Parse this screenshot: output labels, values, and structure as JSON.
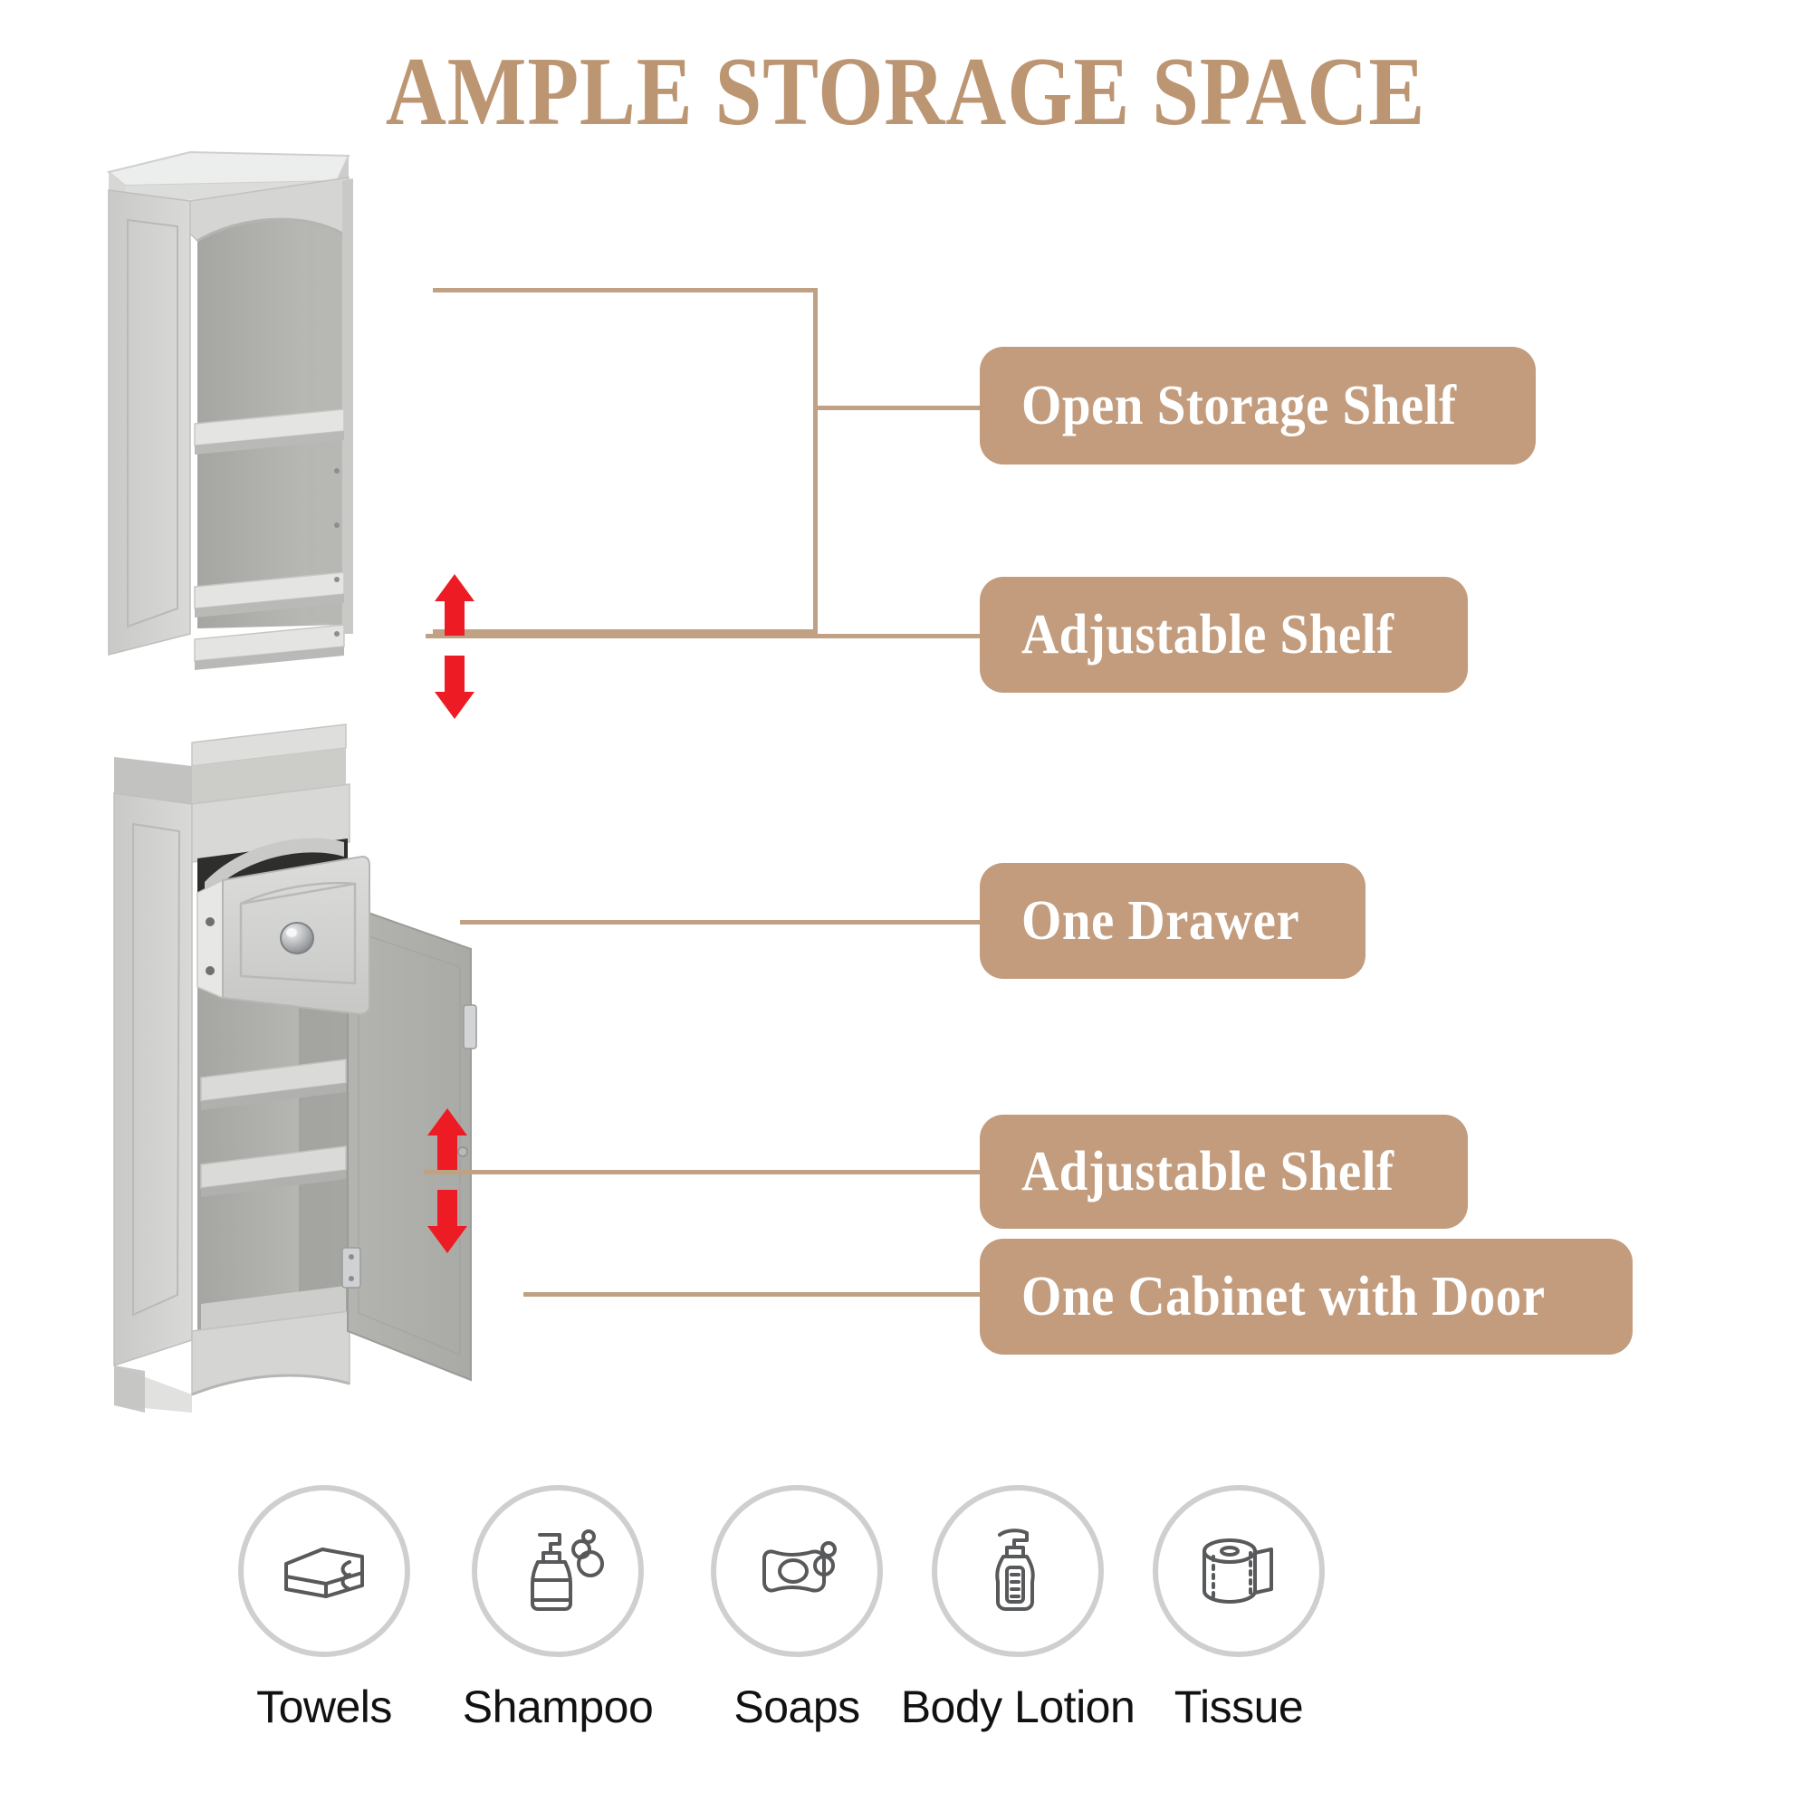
{
  "title": "AMPLE STORAGE SPACE",
  "colors": {
    "accent": "#c29c7d",
    "title": "#bc9672",
    "connector": "#c0a184",
    "arrow": "#ed1c24",
    "cabinet_face": "#d3d4d2",
    "cabinet_shadow": "#a9aaa6",
    "icon_stroke": "#58595b",
    "icon_circle": "#cfcfcf",
    "background": "#ffffff"
  },
  "callouts": [
    {
      "id": "open-storage-shelf",
      "label": "Open Storage Shelf"
    },
    {
      "id": "adjustable-shelf-top",
      "label": "Adjustable Shelf"
    },
    {
      "id": "one-drawer",
      "label": "One Drawer"
    },
    {
      "id": "adjustable-shelf-bottom",
      "label": "Adjustable Shelf"
    },
    {
      "id": "one-cabinet-with-door",
      "label": "One Cabinet with Door"
    }
  ],
  "features": [
    {
      "icon": "towels-icon",
      "label": "Towels"
    },
    {
      "icon": "shampoo-icon",
      "label": "Shampoo"
    },
    {
      "icon": "soap-icon",
      "label": "Soaps"
    },
    {
      "icon": "lotion-icon",
      "label": "Body Lotion"
    },
    {
      "icon": "tissue-roll-icon",
      "label": "Tissue"
    }
  ],
  "product": {
    "name": "tall-narrow-bathroom-storage-cabinet",
    "finish": "gray",
    "parts": {
      "top_open_shelves": "open-storage-shelf-section",
      "drawer": "one-drawer-pulled-out",
      "door": "cabinet-door-open",
      "knob": "round-chrome-knob",
      "hinges": "silver-hinges"
    },
    "adjust_indicators": [
      "arrow-up",
      "arrow-down"
    ]
  }
}
